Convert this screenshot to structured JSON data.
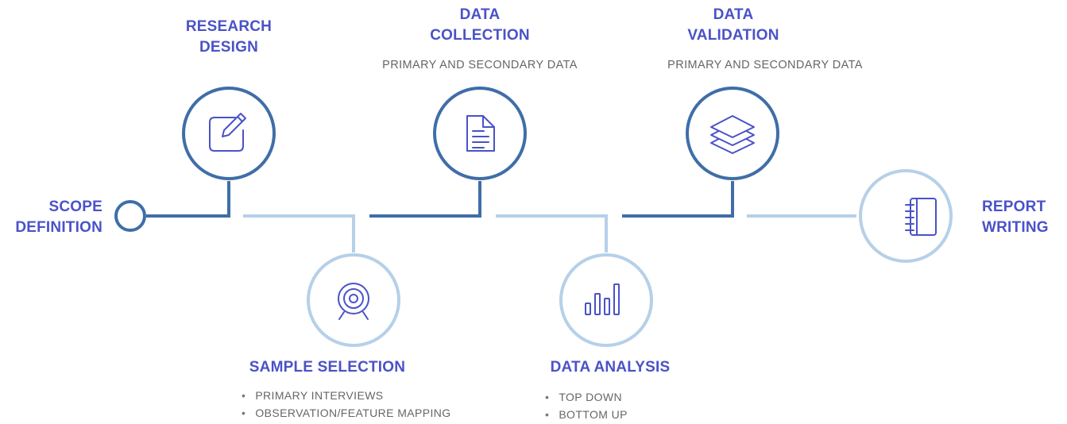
{
  "colors": {
    "dark_blue": "#3f6ea8",
    "light_blue": "#b6d0e8",
    "title": "#4a52c8",
    "icon": "#4a52c8",
    "text": "#666666"
  },
  "steps": [
    {
      "id": "scope",
      "title": [
        "SCOPE",
        "DEFINITION"
      ],
      "icon": "circle-node"
    },
    {
      "id": "research",
      "title": [
        "RESEARCH",
        "DESIGN"
      ],
      "icon": "edit-icon"
    },
    {
      "id": "sample",
      "title": [
        "SAMPLE SELECTION"
      ],
      "icon": "target-icon",
      "bullets": [
        "PRIMARY INTERVIEWS",
        "OBSERVATION/FEATURE MAPPING"
      ]
    },
    {
      "id": "collection",
      "title": [
        "DATA",
        "COLLECTION"
      ],
      "subtitle": "PRIMARY AND SECONDARY DATA",
      "icon": "document-icon"
    },
    {
      "id": "analysis",
      "title": [
        "DATA ANALYSIS"
      ],
      "icon": "bar-chart-icon",
      "bullets": [
        "TOP DOWN",
        "BOTTOM UP"
      ]
    },
    {
      "id": "validation",
      "title": [
        "DATA",
        "VALIDATION"
      ],
      "subtitle": "PRIMARY AND SECONDARY DATA",
      "icon": "layers-icon"
    },
    {
      "id": "report",
      "title": [
        "REPORT",
        "WRITING"
      ],
      "icon": "notebook-icon"
    }
  ]
}
